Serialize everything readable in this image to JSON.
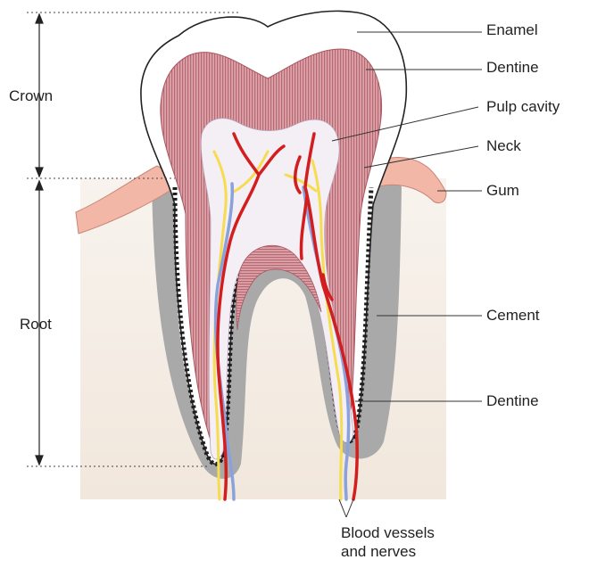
{
  "diagram": {
    "labels": {
      "enamel": "Enamel",
      "dentine_top": "Dentine",
      "pulp_cavity": "Pulp cavity",
      "neck": "Neck",
      "gum": "Gum",
      "cement": "Cement",
      "dentine_bottom": "Dentine",
      "crown": "Crown",
      "root": "Root",
      "blood_vessels_line1": "Blood vessels",
      "blood_vessels_line2": "and nerves"
    },
    "colors": {
      "enamel": "#ffffff",
      "dentine": "#d99aa0",
      "dentine_stripe": "#b86872",
      "pulp": "#f4eef5",
      "gum": "#f2b7a7",
      "bone_shadow": "#a9a9a9",
      "cement_dash": "#1e1e1e",
      "blood_vessel": "#d21e1e",
      "nerve_yellow": "#f5dc50",
      "vein_blue": "#8aa2dc",
      "background_tint": "#f6efe7",
      "line": "#333333"
    }
  }
}
